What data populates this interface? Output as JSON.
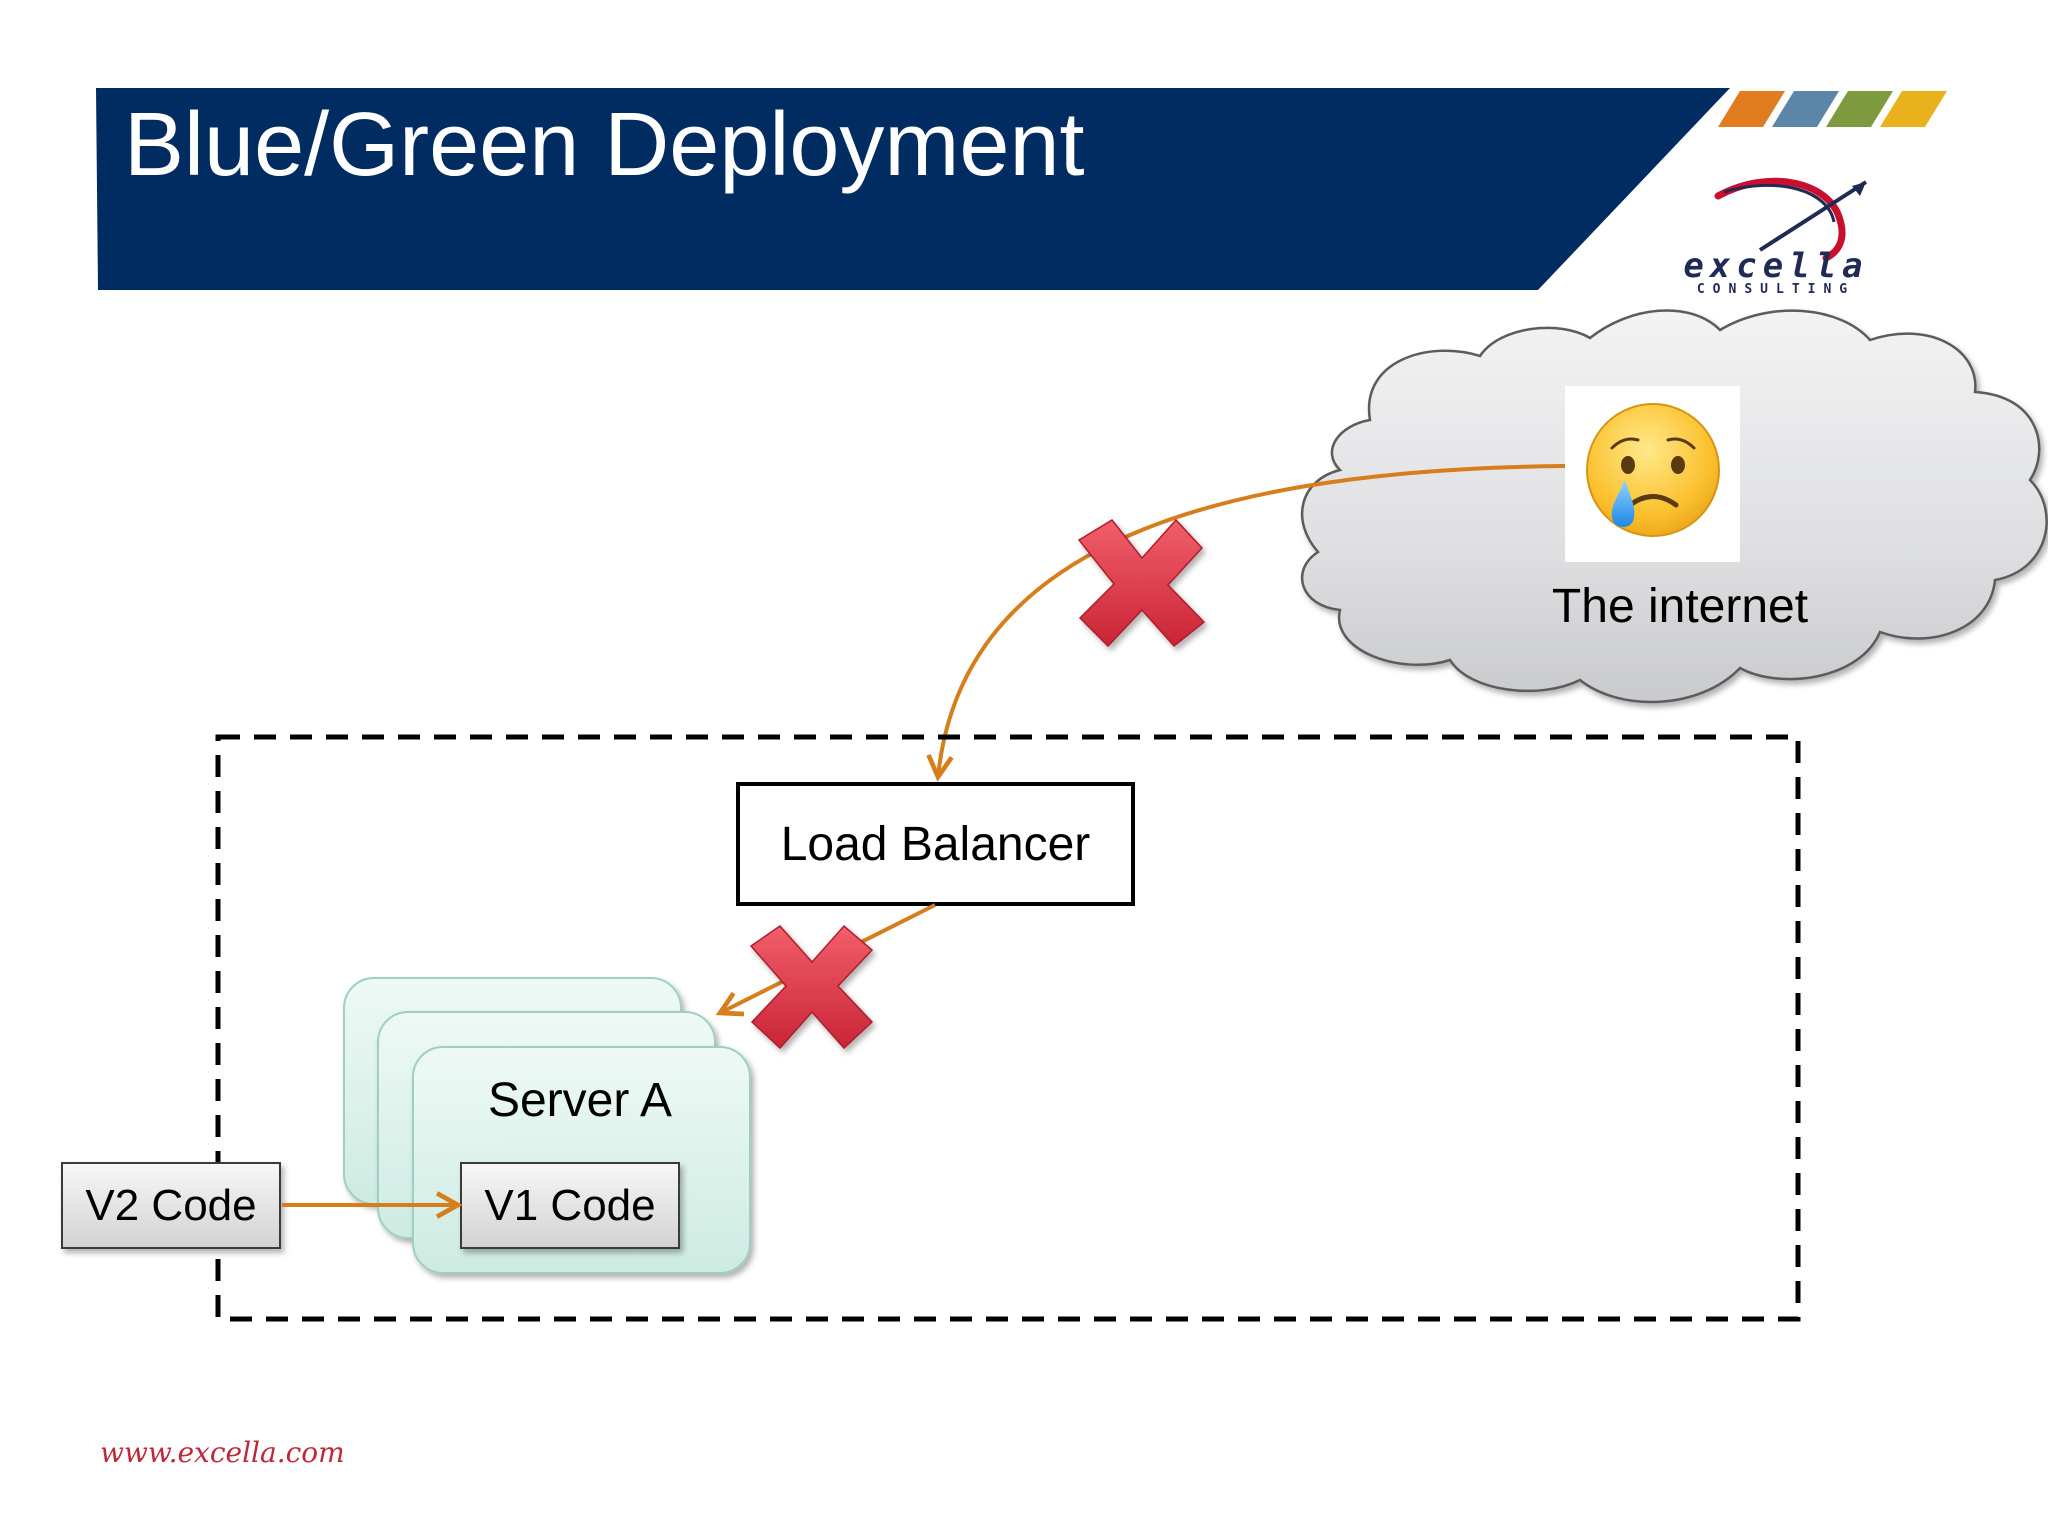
{
  "slide": {
    "title": "Blue/Green Deployment",
    "footer_url": "www.excella.com"
  },
  "logo": {
    "name": "excella",
    "tagline": "CONSULTING"
  },
  "diagram": {
    "internet_label": "The internet",
    "load_balancer_label": "Load Balancer",
    "server_label": "Server A",
    "v1_code_label": "V1 Code",
    "v2_code_label": "V2 Code",
    "internet_status_icon": "crying-face-icon",
    "blocked_icon": "red-x-icon"
  },
  "colors": {
    "header_navy": "#012c61",
    "arrow_orange": "#d67d1c",
    "x_red": "#e03a48",
    "server_teal": "#dcf2ec",
    "cloud_gray": "#d9dadd",
    "stripe_orange": "#e07b1f",
    "stripe_blue": "#5b86a8",
    "stripe_green": "#7e9a3e",
    "stripe_yellow": "#e9b21c"
  }
}
